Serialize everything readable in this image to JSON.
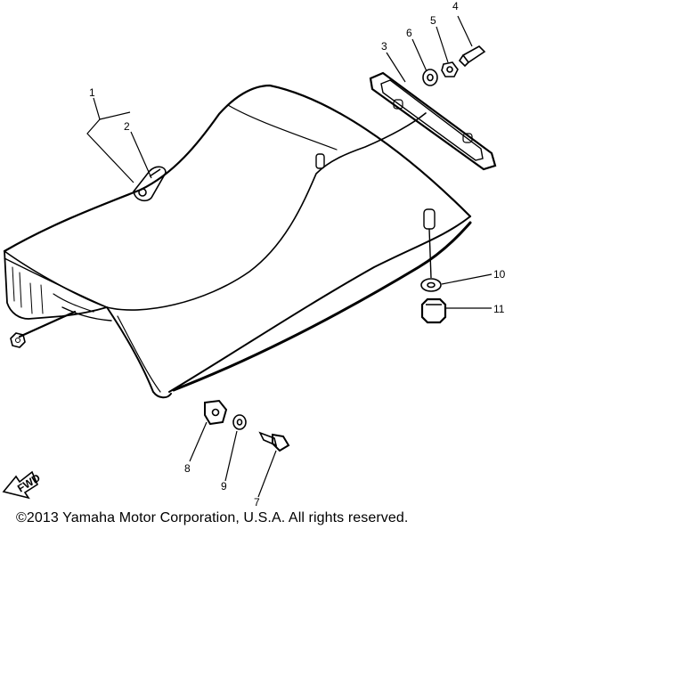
{
  "diagram": {
    "callouts": [
      {
        "id": "c1",
        "label": "1"
      },
      {
        "id": "c2",
        "label": "2"
      },
      {
        "id": "c3",
        "label": "3"
      },
      {
        "id": "c4",
        "label": "4"
      },
      {
        "id": "c5",
        "label": "5"
      },
      {
        "id": "c6",
        "label": "6"
      },
      {
        "id": "c7",
        "label": "7"
      },
      {
        "id": "c8",
        "label": "8"
      },
      {
        "id": "c9",
        "label": "9"
      },
      {
        "id": "c10",
        "label": "10"
      },
      {
        "id": "c11",
        "label": "11"
      }
    ],
    "direction_badge": "FWD"
  },
  "footer": {
    "copyright": "©2013 Yamaha Motor Corporation, U.S.A. All rights reserved."
  }
}
